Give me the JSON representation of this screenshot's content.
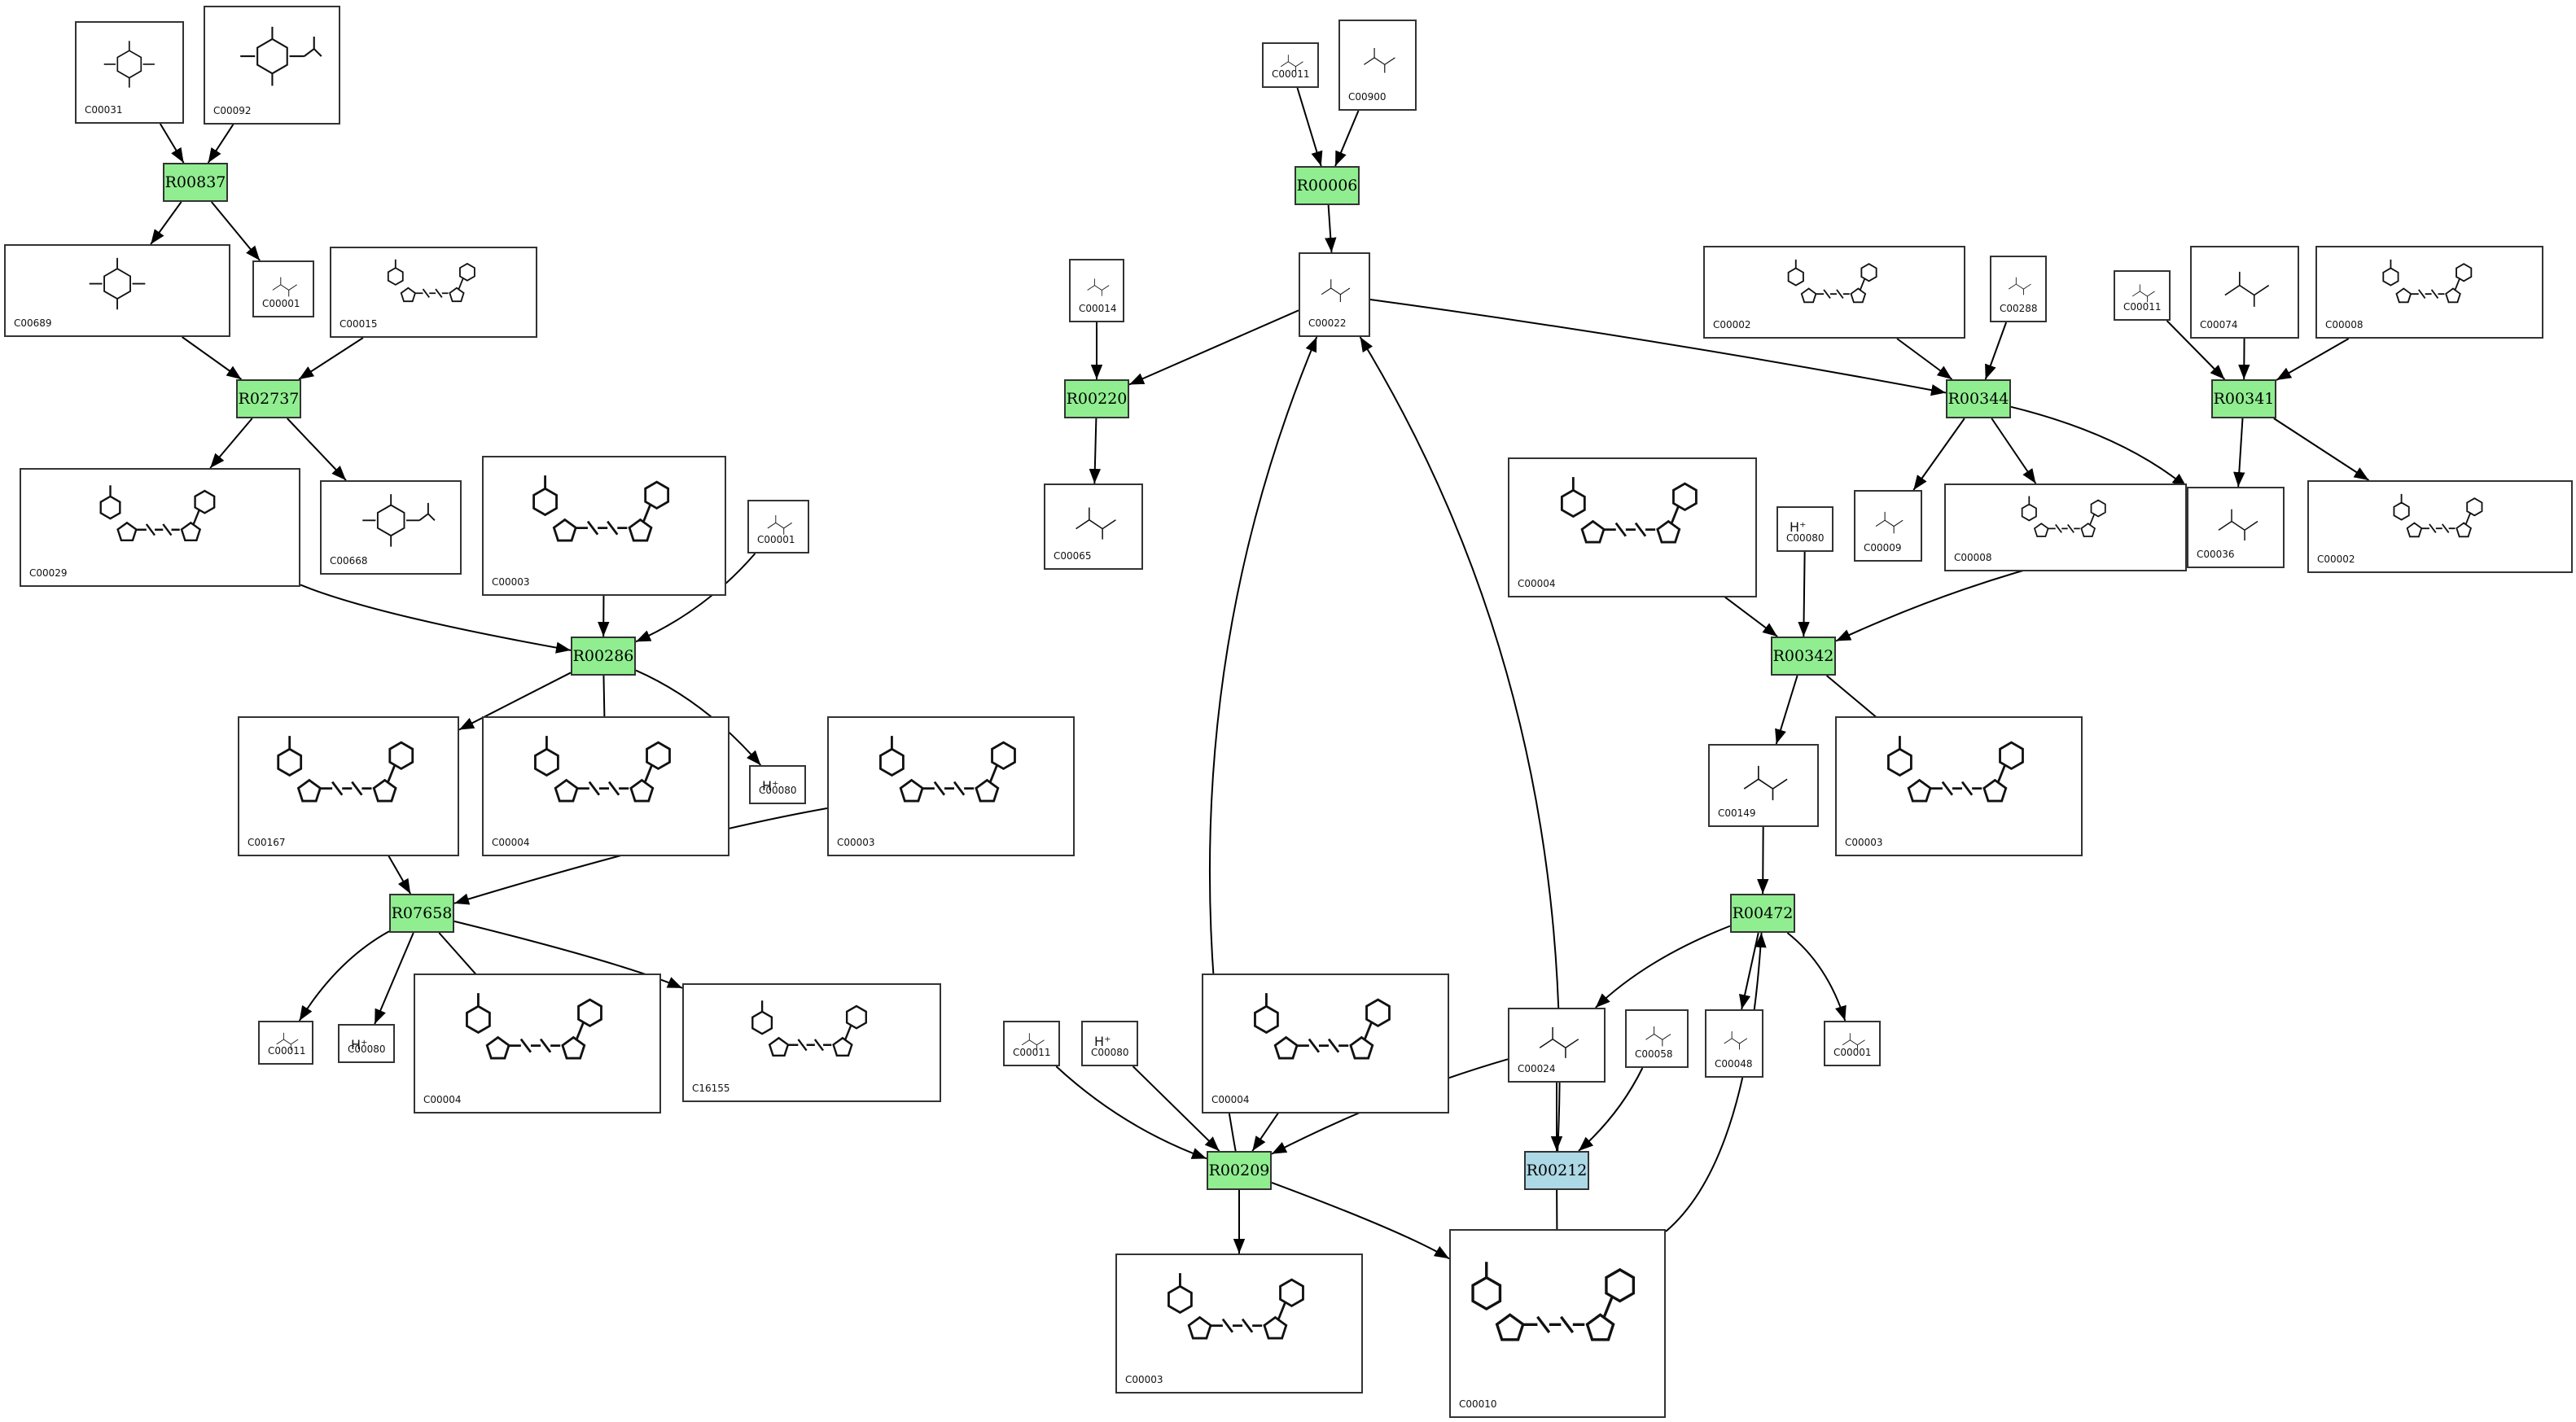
{
  "colors": {
    "reaction_default": "#90ee90",
    "reaction_highlight": "#add8e6",
    "edge": "#000000",
    "border": "#333333"
  },
  "reactions": [
    {
      "id": "R00837",
      "style": "green"
    },
    {
      "id": "R02737",
      "style": "green"
    },
    {
      "id": "R00286",
      "style": "green"
    },
    {
      "id": "R07658",
      "style": "green"
    },
    {
      "id": "R00006",
      "style": "green"
    },
    {
      "id": "R00220",
      "style": "green"
    },
    {
      "id": "R00344",
      "style": "green"
    },
    {
      "id": "R00341",
      "style": "green"
    },
    {
      "id": "R00342",
      "style": "green"
    },
    {
      "id": "R00472",
      "style": "green"
    },
    {
      "id": "R00209",
      "style": "green"
    },
    {
      "id": "R00212",
      "style": "blue"
    }
  ],
  "compounds": [
    {
      "id": "C00031",
      "label": "C00031",
      "kind": "ring"
    },
    {
      "id": "C00092",
      "label": "C00092",
      "kind": "ring-phos"
    },
    {
      "id": "C00001a",
      "label": "C00001",
      "kind": "small"
    },
    {
      "id": "C00689",
      "label": "C00689",
      "kind": "ring"
    },
    {
      "id": "C00015",
      "label": "C00015",
      "kind": "nucleotide"
    },
    {
      "id": "C00029",
      "label": "C00029",
      "kind": "nucleotide"
    },
    {
      "id": "C00668",
      "label": "C00668",
      "kind": "ring-phos"
    },
    {
      "id": "C00003a",
      "label": "C00003",
      "kind": "nucleotide"
    },
    {
      "id": "C00001b",
      "label": "C00001",
      "kind": "small"
    },
    {
      "id": "C00167",
      "label": "C00167",
      "kind": "nucleotide"
    },
    {
      "id": "C00004a",
      "label": "C00004",
      "kind": "nucleotide"
    },
    {
      "id": "C00080a",
      "label": "C00080",
      "kind": "text",
      "text": "H⁺"
    },
    {
      "id": "C00003b",
      "label": "C00003",
      "kind": "nucleotide"
    },
    {
      "id": "C00011a",
      "label": "C00011",
      "kind": "small"
    },
    {
      "id": "C00080b",
      "label": "C00080",
      "kind": "text",
      "text": "H⁺"
    },
    {
      "id": "C00004b",
      "label": "C00004",
      "kind": "nucleotide"
    },
    {
      "id": "C16155",
      "label": "C16155",
      "kind": "nucleotide"
    },
    {
      "id": "C00011b",
      "label": "C00011",
      "kind": "small"
    },
    {
      "id": "C00900",
      "label": "C00900",
      "kind": "small"
    },
    {
      "id": "C00022",
      "label": "C00022",
      "kind": "small"
    },
    {
      "id": "C00014",
      "label": "C00014",
      "kind": "small"
    },
    {
      "id": "C00065",
      "label": "C00065",
      "kind": "small"
    },
    {
      "id": "C00002a",
      "label": "C00002",
      "kind": "nucleotide"
    },
    {
      "id": "C00288",
      "label": "C00288",
      "kind": "small"
    },
    {
      "id": "C00011c",
      "label": "C00011",
      "kind": "small"
    },
    {
      "id": "C00074",
      "label": "C00074",
      "kind": "small"
    },
    {
      "id": "C00008",
      "label": "C00008",
      "kind": "nucleotide"
    },
    {
      "id": "C00004c",
      "label": "C00004",
      "kind": "nucleotide"
    },
    {
      "id": "C00080c",
      "label": "C00080",
      "kind": "text",
      "text": "H⁺"
    },
    {
      "id": "C00009",
      "label": "C00009",
      "kind": "small"
    },
    {
      "id": "C00008b",
      "label": "C00008",
      "kind": "nucleotide"
    },
    {
      "id": "C00036",
      "label": "C00036",
      "kind": "small"
    },
    {
      "id": "C00002b",
      "label": "C00002",
      "kind": "nucleotide"
    },
    {
      "id": "C00149",
      "label": "C00149",
      "kind": "small"
    },
    {
      "id": "C00003c",
      "label": "C00003",
      "kind": "nucleotide"
    },
    {
      "id": "C00011d",
      "label": "C00011",
      "kind": "small"
    },
    {
      "id": "C00080d",
      "label": "C00080",
      "kind": "text",
      "text": "H⁺"
    },
    {
      "id": "C00004d",
      "label": "C00004",
      "kind": "nucleotide"
    },
    {
      "id": "C00024",
      "label": "C00024",
      "kind": "small"
    },
    {
      "id": "C00058",
      "label": "C00058",
      "kind": "small"
    },
    {
      "id": "C00048",
      "label": "C00048",
      "kind": "small"
    },
    {
      "id": "C00001c",
      "label": "C00001",
      "kind": "small"
    },
    {
      "id": "C00003d",
      "label": "C00003",
      "kind": "nucleotide"
    },
    {
      "id": "C00010",
      "label": "C00010",
      "kind": "nucleotide"
    }
  ],
  "edges": [
    [
      "C00031",
      "R00837"
    ],
    [
      "C00092",
      "R00837"
    ],
    [
      "R00837",
      "C00689"
    ],
    [
      "R00837",
      "C00001a"
    ],
    [
      "C00689",
      "R02737"
    ],
    [
      "C00015",
      "R02737"
    ],
    [
      "R02737",
      "C00029"
    ],
    [
      "R02737",
      "C00668"
    ],
    [
      "C00029",
      "R00286"
    ],
    [
      "C00003a",
      "R00286"
    ],
    [
      "C00001b",
      "R00286"
    ],
    [
      "R00286",
      "C00167"
    ],
    [
      "R00286",
      "C00004a"
    ],
    [
      "R00286",
      "C00080a"
    ],
    [
      "C00167",
      "R07658"
    ],
    [
      "C00003b",
      "R07658"
    ],
    [
      "R07658",
      "C00011a"
    ],
    [
      "R07658",
      "C00080b"
    ],
    [
      "R07658",
      "C00004b"
    ],
    [
      "R07658",
      "C16155"
    ],
    [
      "C00011b",
      "R00006"
    ],
    [
      "C00900",
      "R00006"
    ],
    [
      "R00006",
      "C00022"
    ],
    [
      "C00022",
      "R00220"
    ],
    [
      "C00014",
      "R00220"
    ],
    [
      "R00220",
      "C00065"
    ],
    [
      "C00022",
      "R00344"
    ],
    [
      "C00002a",
      "R00344"
    ],
    [
      "C00288",
      "R00344"
    ],
    [
      "R00344",
      "C00009"
    ],
    [
      "R00344",
      "C00008b"
    ],
    [
      "R00344",
      "C00036"
    ],
    [
      "C00011c",
      "R00341"
    ],
    [
      "C00074",
      "R00341"
    ],
    [
      "C00008",
      "R00341"
    ],
    [
      "R00341",
      "C00036"
    ],
    [
      "R00341",
      "C00002b"
    ],
    [
      "C00004c",
      "R00342"
    ],
    [
      "C00080c",
      "R00342"
    ],
    [
      "C00036",
      "R00342"
    ],
    [
      "R00342",
      "C00149"
    ],
    [
      "R00342",
      "C00003c"
    ],
    [
      "C00149",
      "R00472"
    ],
    [
      "R00472",
      "C00024"
    ],
    [
      "R00472",
      "C00048"
    ],
    [
      "R00472",
      "C00001c"
    ],
    [
      "C00011d",
      "R00209"
    ],
    [
      "C00080d",
      "R00209"
    ],
    [
      "C00004d",
      "R00209"
    ],
    [
      "C00024",
      "R00209"
    ],
    [
      "R00209",
      "C00003d"
    ],
    [
      "R00209",
      "C00010"
    ],
    [
      "R00209",
      "C00022"
    ],
    [
      "C00024",
      "R00212"
    ],
    [
      "C00058",
      "R00212"
    ],
    [
      "R00212",
      "C00010"
    ],
    [
      "R00212",
      "C00022"
    ],
    [
      "C00010",
      "R00472"
    ]
  ]
}
